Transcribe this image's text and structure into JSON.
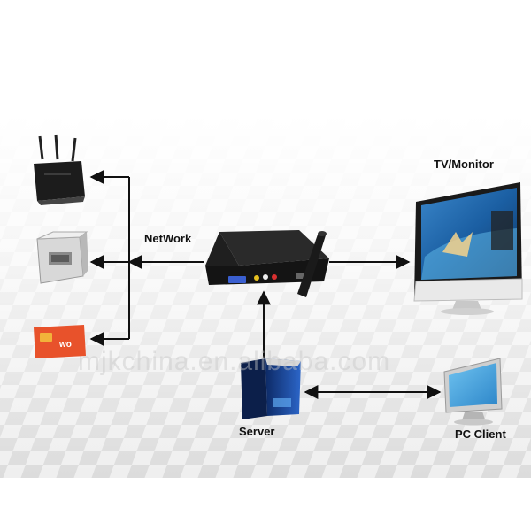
{
  "labels": {
    "network": "NetWork",
    "tv_monitor": "TV/Monitor",
    "server": "Server",
    "pc_client": "PC Client"
  },
  "watermark": "mjkchina.en.alibaba.com",
  "devices": {
    "router": "router-icon",
    "printer": "network-printer-icon",
    "sim_card": "3g-sim-card-icon",
    "media_box": "media-player-box-icon",
    "antenna": "wifi-antenna-icon",
    "tv_monitor": "widescreen-monitor-icon",
    "server": "server-tower-icon",
    "pc_client": "pc-monitor-icon"
  },
  "colors": {
    "line": "#111111",
    "checker_light": "#efefef",
    "checker_dark": "#d9d9d9",
    "sim_card": "#e8522b",
    "server_blue": "#1f4fa8"
  }
}
